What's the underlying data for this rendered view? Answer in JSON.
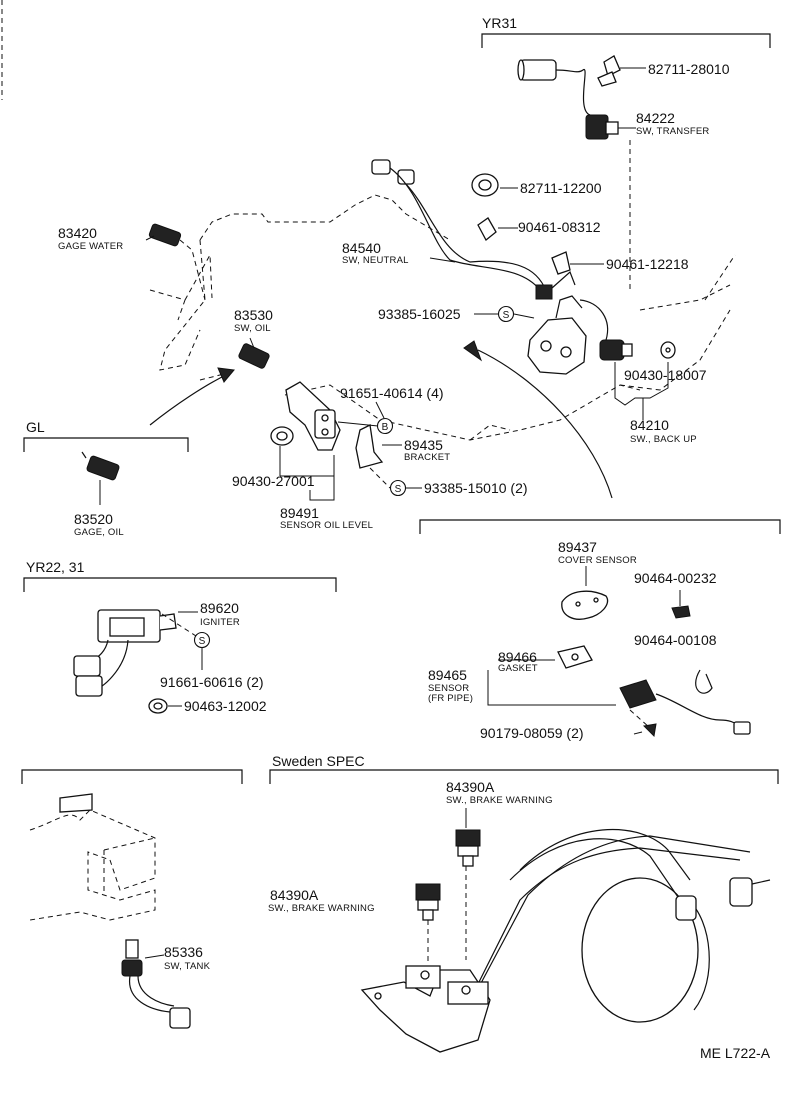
{
  "sections": {
    "yr31": "YR31",
    "gl": "GL",
    "yr22_31": "YR22, 31",
    "sweden": "Sweden SPEC"
  },
  "circle_marks": {
    "s": "S",
    "b": "B"
  },
  "parts": [
    {
      "id": "p82711_28010",
      "number": "82711-28010",
      "desc": ""
    },
    {
      "id": "p84222",
      "number": "84222",
      "desc": "SW, TRANSFER"
    },
    {
      "id": "p82711_12200",
      "number": "82711-12200",
      "desc": ""
    },
    {
      "id": "p90461_08312",
      "number": "90461-08312",
      "desc": ""
    },
    {
      "id": "p84540",
      "number": "84540",
      "desc": "SW, NEUTRAL"
    },
    {
      "id": "p90461_12218",
      "number": "90461-12218",
      "desc": ""
    },
    {
      "id": "p93385_16025",
      "number": "93385-16025",
      "desc": ""
    },
    {
      "id": "p83420",
      "number": "83420",
      "desc": "GAGE WATER"
    },
    {
      "id": "p83530",
      "number": "83530",
      "desc": "SW, OIL"
    },
    {
      "id": "p91651_40614",
      "number": "91651-40614 (4)",
      "desc": ""
    },
    {
      "id": "p90430_18007",
      "number": "90430-18007",
      "desc": ""
    },
    {
      "id": "p84210",
      "number": "84210",
      "desc": "SW., BACK UP"
    },
    {
      "id": "p89435",
      "number": "89435",
      "desc": "BRACKET"
    },
    {
      "id": "p90430_27001",
      "number": "90430-27001",
      "desc": ""
    },
    {
      "id": "p93385_15010",
      "number": "93385-15010 (2)",
      "desc": ""
    },
    {
      "id": "p83520",
      "number": "83520",
      "desc": "GAGE, OIL"
    },
    {
      "id": "p89491",
      "number": "89491",
      "desc": "SENSOR OIL LEVEL"
    },
    {
      "id": "p89437",
      "number": "89437",
      "desc": "COVER SENSOR"
    },
    {
      "id": "p90464_00232",
      "number": "90464-00232",
      "desc": ""
    },
    {
      "id": "p90464_00108",
      "number": "90464-00108",
      "desc": ""
    },
    {
      "id": "p89620",
      "number": "89620",
      "desc": "IGNITER"
    },
    {
      "id": "p91661_60616",
      "number": "91661-60616 (2)",
      "desc": ""
    },
    {
      "id": "p90463_12002",
      "number": "90463-12002",
      "desc": ""
    },
    {
      "id": "p89466",
      "number": "89466",
      "desc": "GASKET"
    },
    {
      "id": "p89465",
      "number": "89465",
      "desc": "SENSOR",
      "desc2": "(FR PIPE)"
    },
    {
      "id": "p90179_08059",
      "number": "90179-08059 (2)",
      "desc": ""
    },
    {
      "id": "p84390A_top",
      "number": "84390A",
      "desc": "SW., BRAKE WARNING"
    },
    {
      "id": "p84390A_left",
      "number": "84390A",
      "desc": "SW., BRAKE WARNING"
    },
    {
      "id": "p85336",
      "number": "85336",
      "desc": "SW, TANK"
    }
  ],
  "footer": {
    "code": "ME  L722-A"
  }
}
